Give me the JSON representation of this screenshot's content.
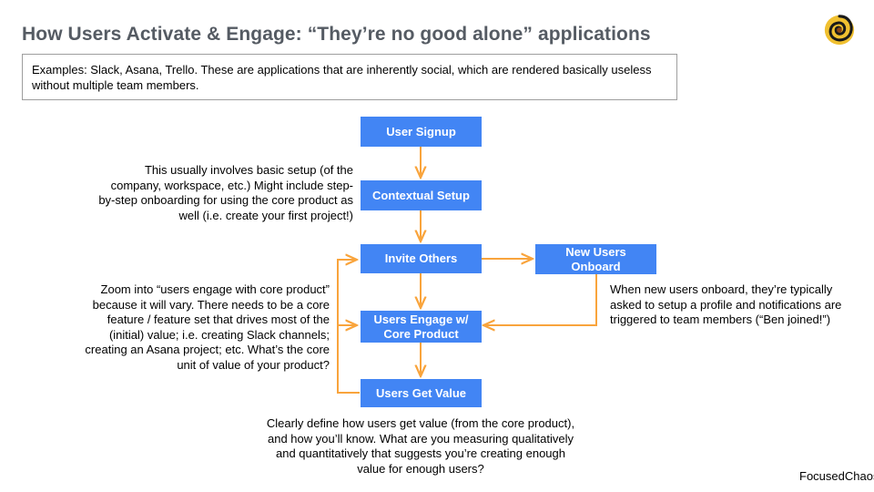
{
  "title": "How Users Activate & Engage: “They’re no good alone” applications",
  "logo": "spiral-logo-icon",
  "examples": "Examples: Slack, Asana, Trello. These are applications that are inherently social, which are rendered basically useless without multiple team members.",
  "colors": {
    "node": "#4285f4",
    "arrow": "#f9a43c",
    "title": "#555b63"
  },
  "nodes": {
    "signup": "User Signup",
    "setup": "Contextual Setup",
    "invite": "Invite Others",
    "new_users": "New Users Onboard",
    "engage": "Users Engage w/ Core Product",
    "value": "Users Get Value"
  },
  "notes": {
    "setup": "This usually involves basic setup (of the company, workspace, etc.) Might include step-by-step onboarding for using the core product as well (i.e. create your first project!)",
    "engage": "Zoom into “users engage with core product” because it will vary. There needs to be a core feature / feature set that drives most of the (initial) value; i.e. creating Slack channels; creating an Asana project; etc. What’s the core unit of value of your product?",
    "new_users": "When new users onboard, they’re typically asked to setup a profile and notifications are triggered to team members (“Ben joined!”)",
    "value": "Clearly define how users get value (from the core product), and how you’ll know. What are you measuring qualitatively and quantitatively that suggests you’re creating enough value for enough users?"
  },
  "brand": "FocusedChaos"
}
